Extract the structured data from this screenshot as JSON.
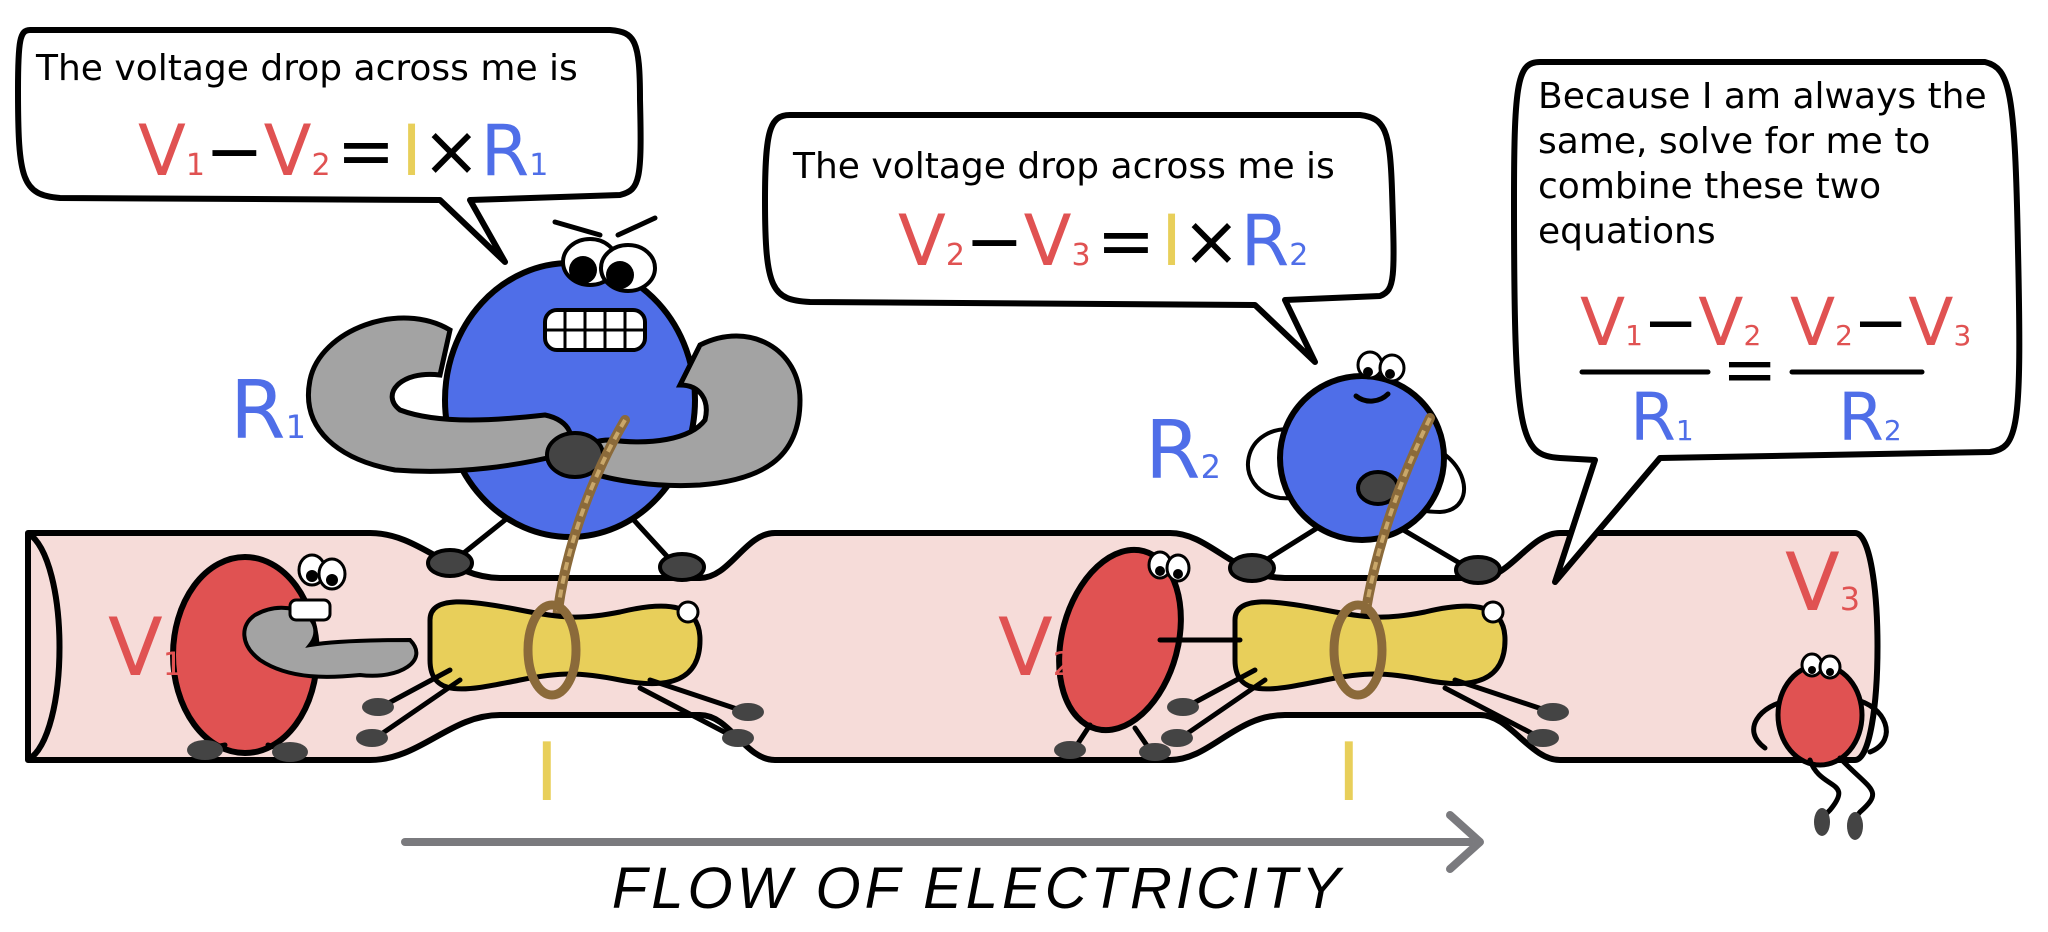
{
  "colors": {
    "voltage": "#e05252",
    "resistance": "#4f6ee8",
    "current": "#e8cf5a",
    "pipe": "#f6dcd9",
    "arrow": "#7a7a7e",
    "muscle": "#a3a3a3"
  },
  "bubbles": {
    "r1": {
      "text": "The voltage drop across me is"
    },
    "r2": {
      "text": "The voltage drop across me is"
    },
    "current": {
      "lines": [
        "Because I am always the",
        "same, solve for me to",
        "combine these two",
        "equations"
      ]
    }
  },
  "equations": {
    "eq1": {
      "va": "V",
      "va_sub": "1",
      "minus": "−",
      "vb": "V",
      "vb_sub": "2",
      "eq": "=",
      "i": "I",
      "times": "×",
      "r": "R",
      "r_sub": "1"
    },
    "eq2": {
      "va": "V",
      "va_sub": "2",
      "minus": "−",
      "vb": "V",
      "vb_sub": "3",
      "eq": "=",
      "i": "I",
      "times": "×",
      "r": "R",
      "r_sub": "2"
    },
    "combined": {
      "left_num": {
        "va": "V",
        "va_sub": "1",
        "minus": "−",
        "vb": "V",
        "vb_sub": "2"
      },
      "left_den": {
        "r": "R",
        "r_sub": "1"
      },
      "eq": "=",
      "right_num": {
        "va": "V",
        "va_sub": "2",
        "minus": "−",
        "vb": "V",
        "vb_sub": "3"
      },
      "right_den": {
        "r": "R",
        "r_sub": "2"
      }
    }
  },
  "labels": {
    "r1": {
      "main": "R",
      "sub": "1"
    },
    "r2": {
      "main": "R",
      "sub": "2"
    },
    "v1": {
      "main": "V",
      "sub": "1"
    },
    "v2": {
      "main": "V",
      "sub": "2"
    },
    "v3": {
      "main": "V",
      "sub": "3"
    },
    "i_a": "I",
    "i_b": "I"
  },
  "flow_label": "FLOW OF ELECTRICITY"
}
